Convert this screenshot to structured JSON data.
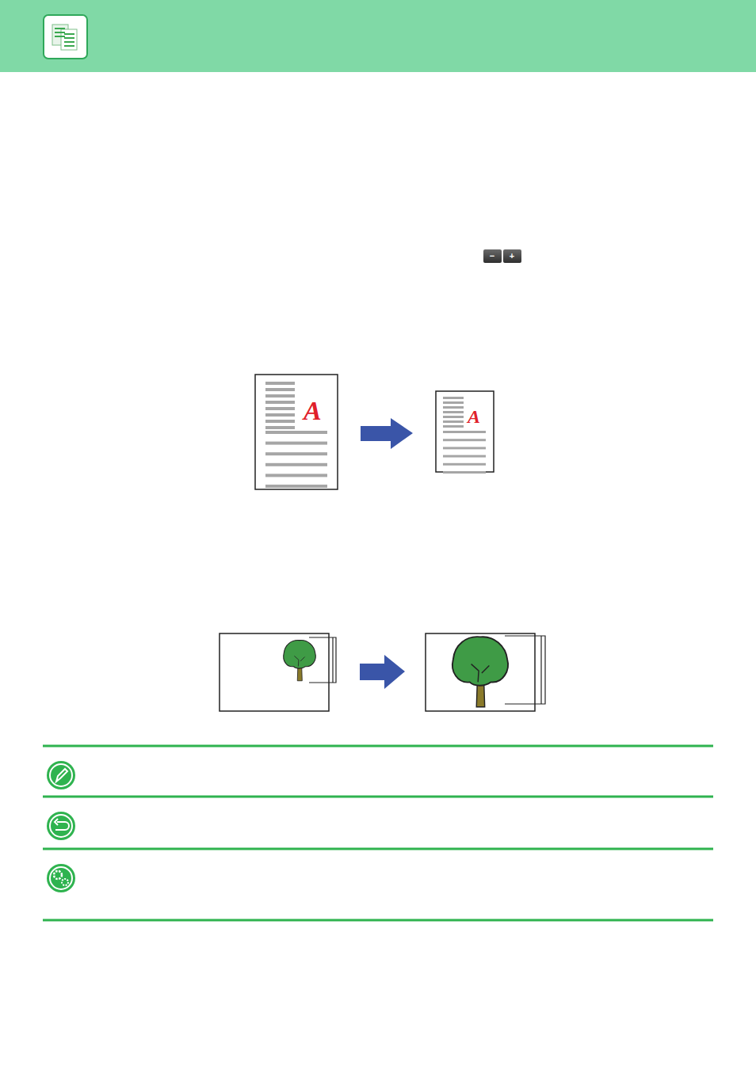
{
  "diagram": {
    "labels": [
      "−",
      "+",
      "A",
      "A"
    ]
  }
}
